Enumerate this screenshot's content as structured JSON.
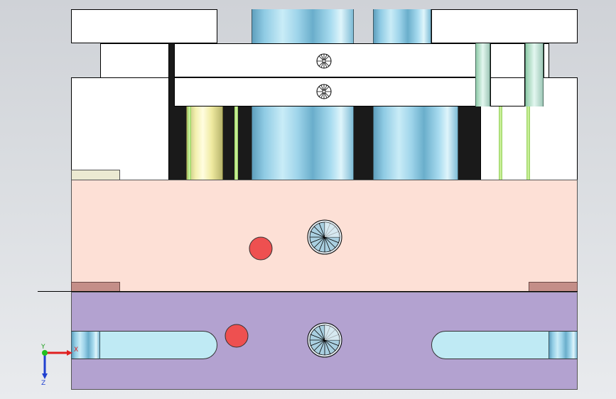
{
  "view": {
    "background": "#d9dce0",
    "colors": {
      "plate_white": "#ffffff",
      "cavity_plate": "#fde0d6",
      "core_plate": "#b3a2d0",
      "guide_slot": "#bfeaf4",
      "ejector_cylinder": "#8fcbe4",
      "return_pin": "#f4f1b0",
      "red_marker": "#ee5050",
      "pad": "#c48e88",
      "label_block": "#ecead2"
    }
  },
  "triad": {
    "x_label": "X",
    "y_label": "Y",
    "z_label": "Z",
    "x_color": "#e02020",
    "y_color": "#20c020",
    "z_color": "#2040d0"
  }
}
